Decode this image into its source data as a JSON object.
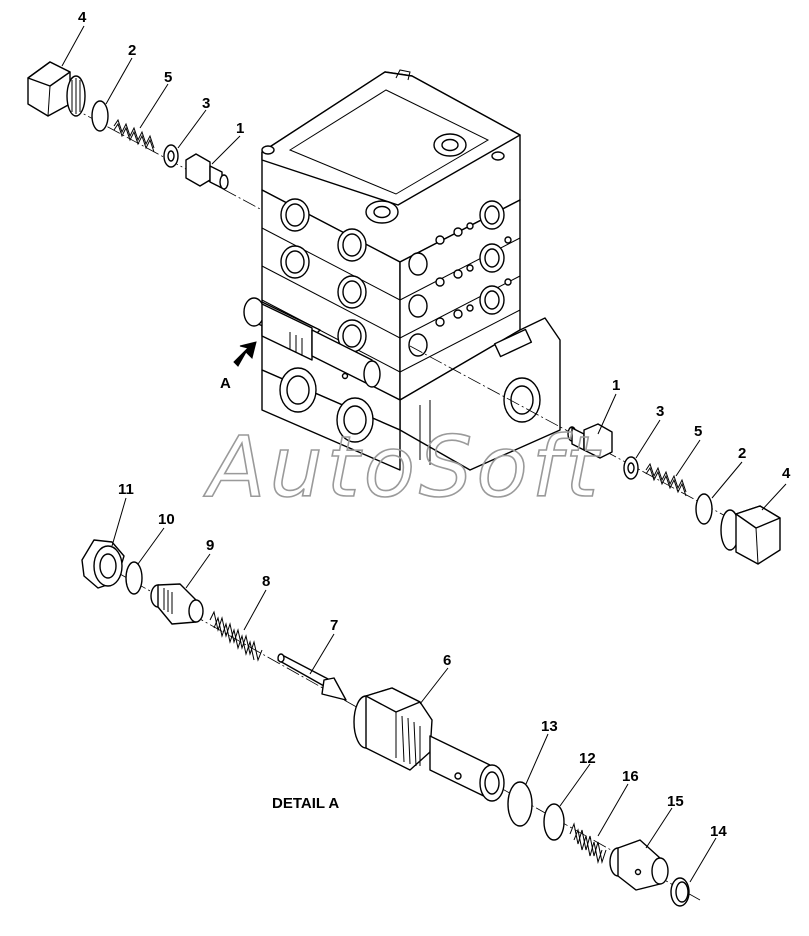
{
  "diagram": {
    "watermark": "AutoSoft",
    "detail_caption": "DETAIL A",
    "view_marker": "A",
    "callouts": {
      "top_left_4": "4",
      "top_left_2": "2",
      "top_left_5": "5",
      "top_left_3": "3",
      "top_left_1": "1",
      "right_1": "1",
      "right_3": "3",
      "right_5": "5",
      "right_2": "2",
      "right_4": "4",
      "detail_11": "11",
      "detail_10": "10",
      "detail_9": "9",
      "detail_8": "8",
      "detail_7": "7",
      "detail_6": "6",
      "detail_13": "13",
      "detail_12": "12",
      "detail_16": "16",
      "detail_15": "15",
      "detail_14": "14"
    }
  }
}
